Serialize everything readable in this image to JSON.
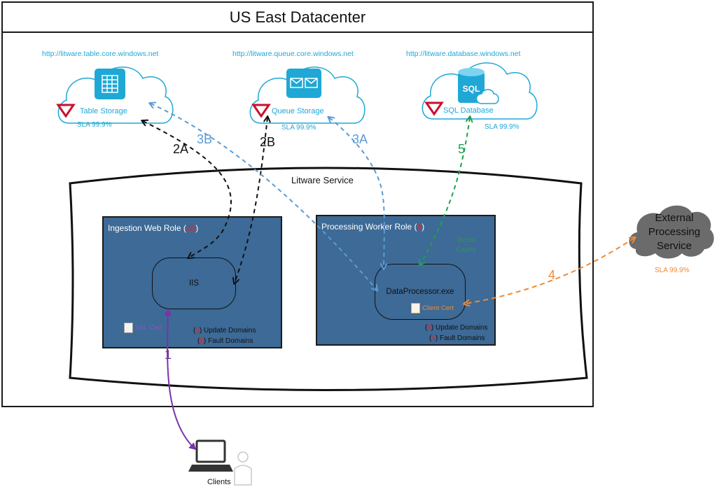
{
  "datacenter": {
    "title": "US East Datacenter"
  },
  "service": {
    "name": "Litware Service"
  },
  "storage": [
    {
      "id": "table",
      "url": "http://litware.table.core.windows.net",
      "name": "Table Storage",
      "sla": "SLA 99.9%"
    },
    {
      "id": "queue",
      "url": "http://litware.queue.core.windows.net",
      "name": "Queue Storage",
      "sla": "SLA 99.9%"
    },
    {
      "id": "sql",
      "url": "http://litware.database.windows.net",
      "name": "SQL Database",
      "sla": "SLA 99.9%",
      "icon_text": "SQL"
    }
  ],
  "roles": {
    "ingestion": {
      "title": "Ingestion Web Role",
      "count": "20",
      "component": "IIS",
      "cert": "SSL Cert",
      "update_domains_num": "5",
      "update_domains_label": "Update Domains",
      "fault_domains_num": "5",
      "fault_domains_label": "Fault Domains"
    },
    "processing": {
      "title": "Processing Worker Role",
      "count": "5",
      "component": "DataProcessor.exe",
      "cert": "Client Cert",
      "cache_line1": "Redis",
      "cache_line2": "Cache",
      "update_domains_num": "5",
      "update_domains_label": "Update Domains",
      "fault_domains_num": "5",
      "fault_domains_label": "Fault Domains"
    }
  },
  "external": {
    "line1": "External",
    "line2": "Processing",
    "line3": "Service",
    "sla": "SLA 99.9%"
  },
  "clients": {
    "label": "Clients"
  },
  "flows": [
    {
      "label": "1",
      "color": "#7a33a8"
    },
    {
      "label": "2A",
      "color": "#111111"
    },
    {
      "label": "2B",
      "color": "#111111"
    },
    {
      "label": "3A",
      "color": "#5b9bd5"
    },
    {
      "label": "3B",
      "color": "#5b9bd5"
    },
    {
      "label": "4",
      "color": "#f08a35"
    },
    {
      "label": "5",
      "color": "#1fa050"
    }
  ],
  "colors": {
    "azure_blue": "#1fa8d6",
    "role_fill": "#3d6a96",
    "count_red": "#e8222b",
    "cloud_gray": "#6b6b6b",
    "redis_green": "#2a9a4a"
  }
}
